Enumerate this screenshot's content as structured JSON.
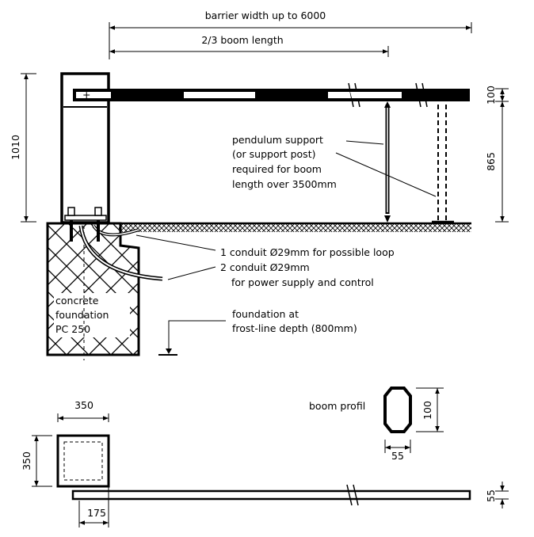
{
  "dimensions": {
    "barrier_width": "barrier width up to 6000",
    "boom_two_thirds": "2/3 boom length",
    "post_height": "1010",
    "boom_height": "100",
    "boom_clearance": "865",
    "base_width": "350",
    "base_depth": "350",
    "boom_offset": "175",
    "boom_thickness": "55",
    "profile_height": "100",
    "profile_width": "55"
  },
  "labels": {
    "pendulum": [
      "pendulum support",
      "(or support post)",
      "required for boom",
      "length over 3500mm"
    ],
    "conduit_loop": "1 conduit Ø29mm for possible loop",
    "conduit_power": [
      "2 conduit Ø29mm",
      "for power supply and control"
    ],
    "foundation_depth": [
      "foundation at",
      "frost-line depth (800mm)"
    ],
    "concrete": [
      "concrete",
      "foundation",
      "PC 250"
    ],
    "boom_profile": "boom profil"
  },
  "colors": {
    "ink": "#000000",
    "paper": "#ffffff"
  }
}
